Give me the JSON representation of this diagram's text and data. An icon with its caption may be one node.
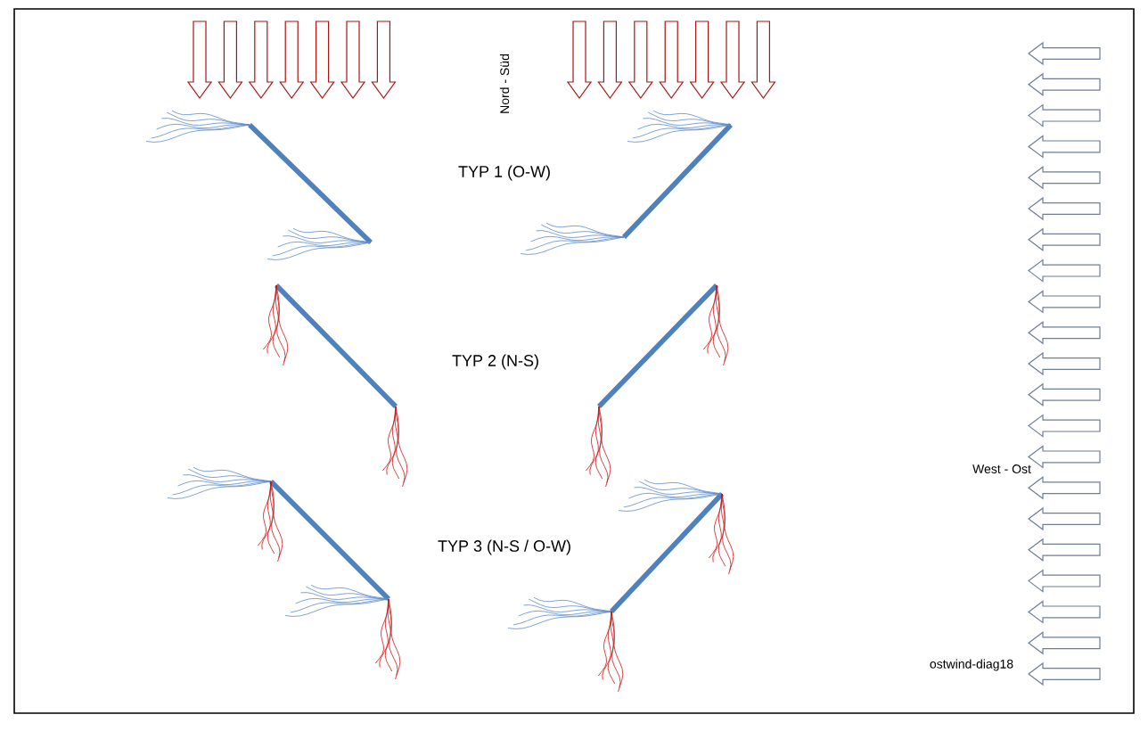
{
  "diagram": {
    "labels": [
      "Nord - Süd",
      "TYP 1 (O-W)",
      "TYP 2 (N-S)",
      "TYP 3 (N-S / O-W)",
      "West - Ost",
      "ostwind-diag18"
    ]
  }
}
